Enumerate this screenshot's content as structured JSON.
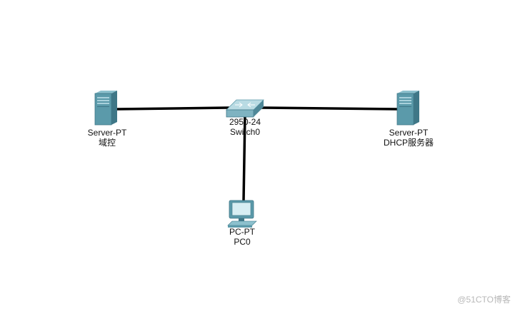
{
  "devices": [
    {
      "id": "server-left",
      "type": "server",
      "icon": "server-icon",
      "model": "Server-PT",
      "name": "域控"
    },
    {
      "id": "switch0",
      "type": "switch",
      "icon": "switch-icon",
      "model": "2950-24",
      "name": "Switch0"
    },
    {
      "id": "server-right",
      "type": "server",
      "icon": "server-icon",
      "model": "Server-PT",
      "name": "DHCP服务器"
    },
    {
      "id": "pc0",
      "type": "pc",
      "icon": "pc-icon",
      "model": "PC-PT",
      "name": "PC0"
    }
  ],
  "links": [
    {
      "from": "server-left",
      "to": "switch0"
    },
    {
      "from": "switch0",
      "to": "server-right"
    },
    {
      "from": "switch0",
      "to": "pc0"
    }
  ],
  "colors": {
    "link": "#000000",
    "device_body": "#5b9aaa",
    "device_dark": "#3f7787",
    "device_light": "#a9d1dc"
  },
  "watermark": "@51CTO博客"
}
